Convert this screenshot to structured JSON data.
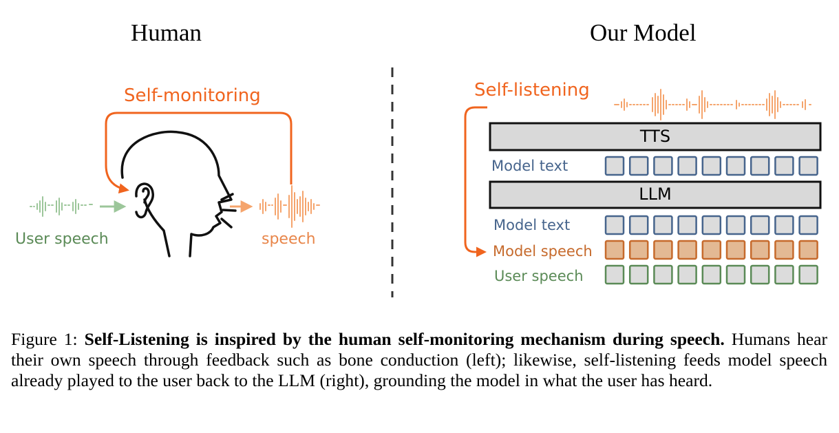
{
  "left_panel": {
    "title": "Human",
    "loop_label": "Self-monitoring",
    "input_label": "User speech",
    "output_label": "speech"
  },
  "right_panel": {
    "title": "Our Model",
    "loop_label": "Self-listening",
    "tts_label": "TTS",
    "llm_label": "LLM",
    "rows": {
      "model_text_top": "Model text",
      "model_text": "Model text",
      "model_speech": "Model speech",
      "user_speech": "User speech"
    },
    "tokens_per_row": 9
  },
  "colors": {
    "orange": "#f0641e",
    "light_orange": "#f5a46c",
    "green": "#5a8a56",
    "light_green": "#9cc69a",
    "blue": "#46648c",
    "token_fill": "#dcdcdc",
    "speech_token_fill": "#e3b994",
    "speech_token_border": "#c66a2c"
  },
  "caption": {
    "prefix": "Figure 1: ",
    "bold": "Self-Listening is inspired by the human self-monitoring mechanism during speech.",
    "text": " Humans hear their own speech through feedback such as bone conduction (left); likewise, self-listening feeds model speech already played to the user back to the LLM (right), grounding the model in what the user has heard."
  }
}
